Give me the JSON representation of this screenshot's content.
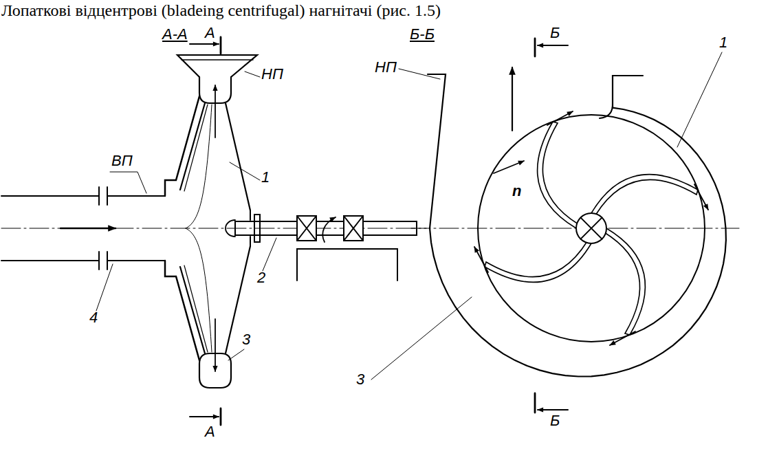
{
  "diagram": {
    "title": "Лопаткові відцентрові (bladeing centrifugal) нагнітачі (рис. 1.5)",
    "labels": [
      "А-А",
      "А",
      "НП",
      "ВП",
      "1",
      "2",
      "4",
      "3",
      "А",
      "Б-Б",
      "Б",
      "НП",
      "n",
      "1",
      "3",
      "Б"
    ]
  }
}
